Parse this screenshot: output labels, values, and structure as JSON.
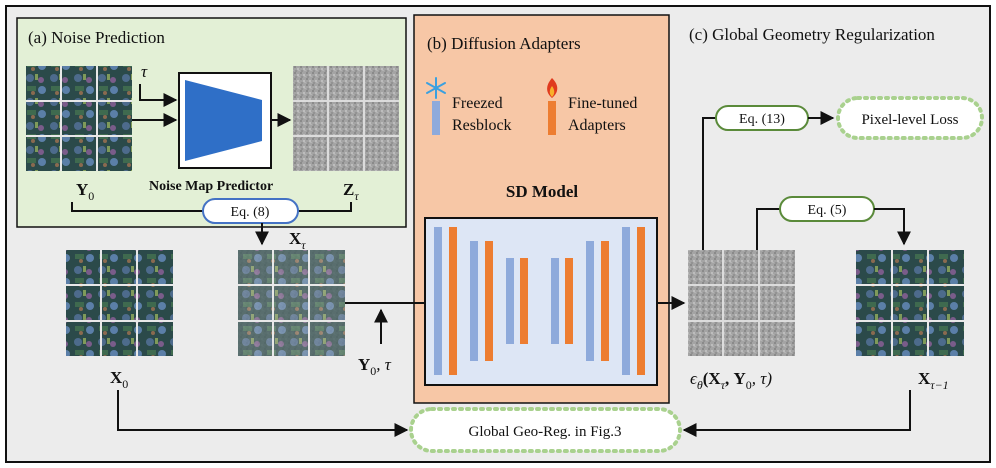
{
  "panels": {
    "noise_prediction": "(a) Noise Prediction",
    "diffusion_adapters": "(b) Diffusion Adapters",
    "global_geometry": "(c) Global Geometry Regularization"
  },
  "legend": {
    "frozen_line1": "Freezed",
    "frozen_line2": "Resblock",
    "tuned_line1": "Fine-tuned",
    "tuned_line2": "Adapters"
  },
  "labels": {
    "tau": "τ",
    "y0": "Y",
    "y0_sub": "0",
    "z_tau": "Z",
    "z_tau_sub": "τ",
    "noise_map_predictor": "Noise Map Predictor",
    "x_tau": "X",
    "x_tau_sub": "τ",
    "x0": "X",
    "x0_sub": "0",
    "y0_tau": "Y",
    "y0_tau_sub": "0",
    "y0_tau_rest": ", τ",
    "sd_model": "SD Model",
    "eps_prefix": "ϵ",
    "eps_sub": "θ",
    "eps_args": "(X",
    "eps_args_sub1": "τ",
    "eps_args_mid": ", Y",
    "eps_args_sub2": "0",
    "eps_args_end": ", τ)",
    "x_tau_minus_1": "X",
    "x_tau_minus_1_sub": "τ−1"
  },
  "equations": {
    "eq8": "Eq. (8)",
    "eq13": "Eq. (13)",
    "eq5": "Eq. (5)"
  },
  "losses": {
    "pixel_loss": "Pixel-level Loss",
    "global_geo": "Global Geo-Reg. in Fig.3"
  },
  "colors": {
    "panel_a_bg": "#e3f0d6",
    "panel_b_bg": "#f7c7a6",
    "unet_bg": "#dde6f5",
    "frozen_block": "#8eaadb",
    "adapter_block": "#ed7d31",
    "predictor_shape": "#2f6fc7",
    "eq8_border": "#4472c4",
    "eq_green_border": "#5a8a3a",
    "dotted_green": "#a9d18e",
    "noise_gray": "#9a9a9a"
  }
}
